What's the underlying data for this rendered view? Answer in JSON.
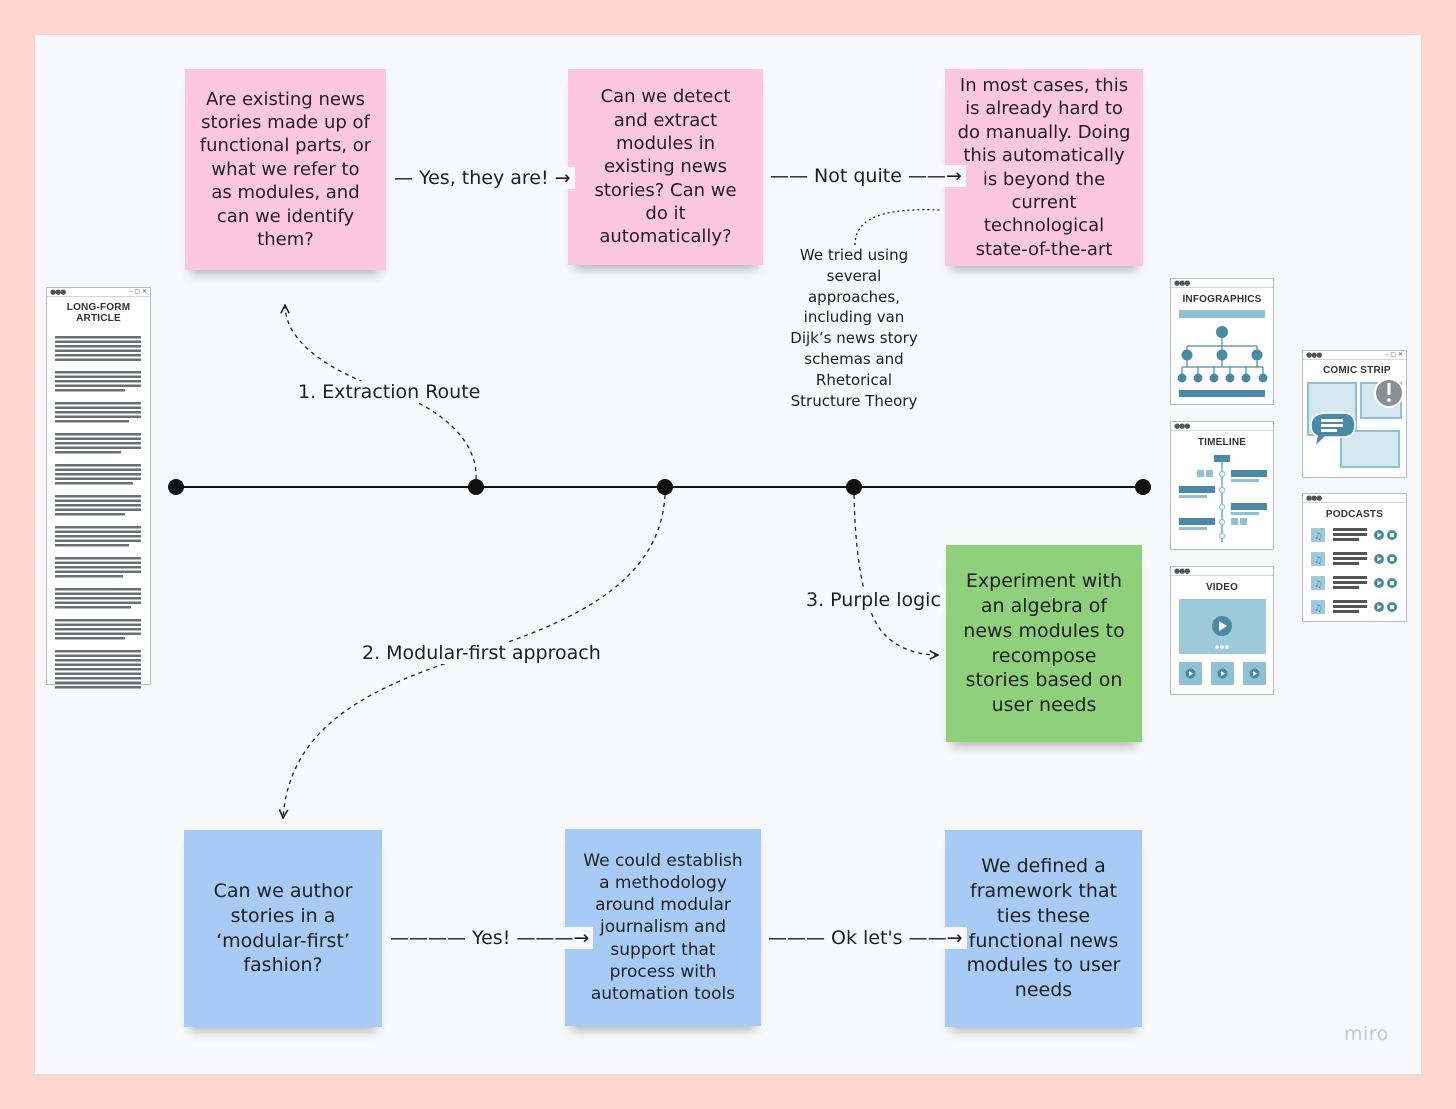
{
  "notes": {
    "q1": "Are existing news stories made up of functional parts, or what we refer to as modules, and can we identify them?",
    "q2": "Can we  detect and extract modules in existing news stories? Can we do it automatically?",
    "q3": "In most cases, this is already hard to do manually. Doing this automatically is beyond the current technological state-of-the-art",
    "green": "Experiment with an algebra of news modules to recompose stories based on user needs",
    "b1": "Can we author stories in a ‘modular-first’ fashion?",
    "b2": "We could establish a methodology around modular journalism and support that process with automation tools",
    "b3": "We defined a framework that ties these functional news modules to user needs"
  },
  "labels": {
    "yes_they_are": "— Yes, they are! →",
    "not_quite": "—— Not quite ——→",
    "yes": "———— Yes! ———→",
    "ok_lets": "——— Ok let's ——→",
    "route1": "1. Extraction Route",
    "route2": "2. Modular-first approach",
    "route3": "3. Purple logic",
    "tried": "We tried using several approaches, including van Dijk’s news story schemas and Rhetorical Structure Theory"
  },
  "cards": {
    "article": "LONG-FORM ARTICLE",
    "infographics": "INFOGRAPHICS",
    "timeline": "TIMELINE",
    "video": "VIDEO",
    "comic": "COMIC STRIP",
    "podcasts": "PODCASTS"
  },
  "brand": "miro",
  "colors": {
    "background": "#fcd5cc",
    "board": "#f7f8fa",
    "pink_note": "#fdc8de",
    "blue_note": "#a7cbf5",
    "green_note": "#8fd07c",
    "accent": "#4a8aa3"
  }
}
